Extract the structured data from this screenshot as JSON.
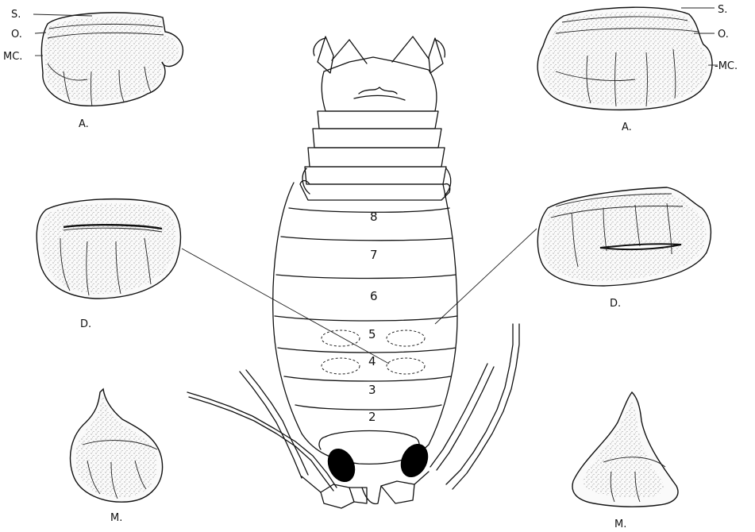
{
  "labels": {
    "left_top": {
      "s": "S.",
      "o": "O.",
      "mc": "MC.",
      "caption": "A."
    },
    "right_top": {
      "s": "S.",
      "o": "O.",
      "mc": "-MC.",
      "caption": "A."
    },
    "left_mid": {
      "caption": "D."
    },
    "right_mid": {
      "caption": "D."
    },
    "left_bottom": {
      "caption": "M."
    },
    "right_bottom": {
      "caption": "M."
    }
  },
  "segments": [
    "8",
    "7",
    "6",
    "5",
    "4",
    "3",
    "2"
  ],
  "colors": {
    "ink": "#111111",
    "paper": "#ffffff",
    "eye": "#000000"
  }
}
